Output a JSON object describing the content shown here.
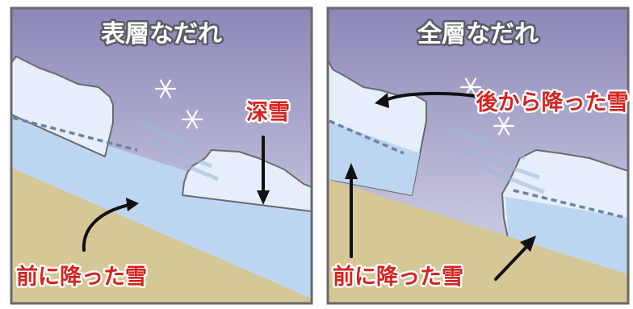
{
  "panels": [
    {
      "title": "表層なだれ",
      "labels": {
        "deep_snow": "深雪",
        "earlier_snow": "前に降った雪"
      }
    },
    {
      "title": "全層なだれ",
      "labels": {
        "later_snow": "後から降った雪",
        "earlier_snow": "前に降った雪"
      }
    }
  ],
  "colors": {
    "label_red": "#d6231f",
    "ground": "#d6c796",
    "snow_layer": "#bcd6f2",
    "snow_top": "#e5eefa",
    "sky_top": "#8c87b8",
    "sky_bottom": "#dcdcec"
  }
}
